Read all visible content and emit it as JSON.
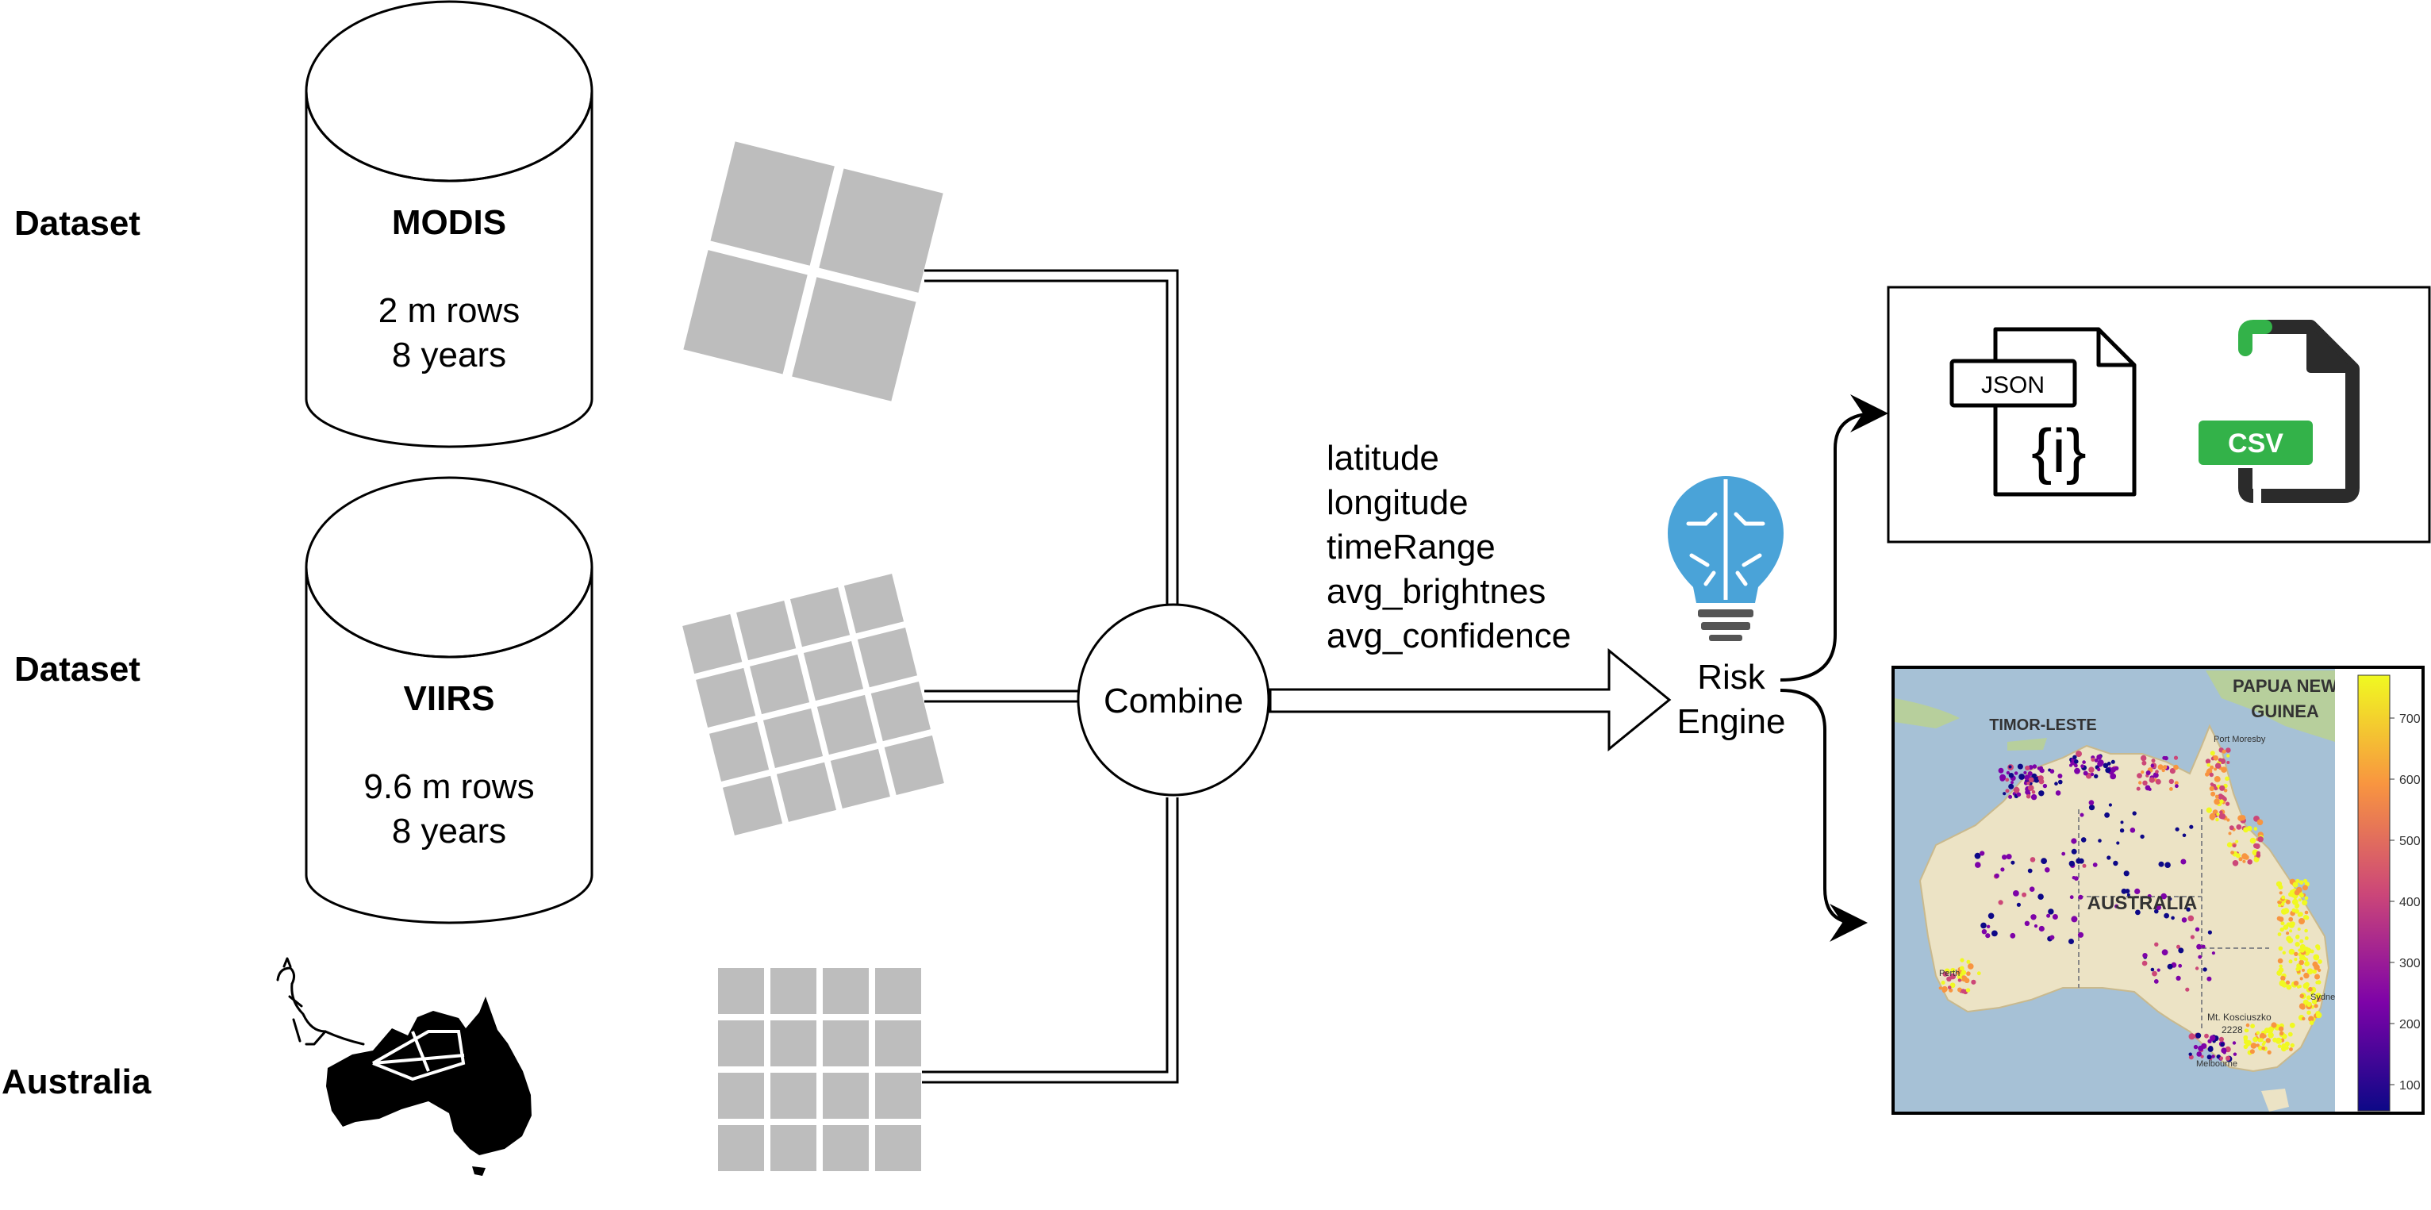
{
  "row_labels": [
    "Dataset",
    "Dataset",
    "Australia"
  ],
  "datasets": [
    {
      "name": "MODIS",
      "rows": "2 m rows",
      "years": "8 years"
    },
    {
      "name": "VIIRS",
      "rows": "9.6 m rows",
      "years": "8 years"
    }
  ],
  "combine_label": "Combine",
  "features": [
    "latitude",
    "longitude",
    "timeRange",
    "avg_brightnes",
    "avg_confidence"
  ],
  "engine": {
    "line1": "Risk",
    "line2": "Engine"
  },
  "outputs": {
    "json_badge": "JSON",
    "json_glyph": "{i}",
    "csv_badge": "CSV"
  },
  "map": {
    "labels": {
      "png_line1": "PAPUA NEW",
      "png_line2": "GUINEA",
      "timor": "TIMOR-LESTE",
      "australia": "AUSTRALIA",
      "port_moresby": "Port Moresby",
      "kosciuszko": "Mt. Kosciuszko",
      "elevation": "2228",
      "melbourne": "Melbourne",
      "sydney": "Sydney",
      "perth": "Perth"
    },
    "colorbar_ticks": [
      "700",
      "600",
      "500",
      "400",
      "300",
      "200",
      "100"
    ],
    "colorscale": [
      "#0d0887",
      "#7e03a8",
      "#cc4778",
      "#f89540",
      "#f0f921"
    ]
  }
}
